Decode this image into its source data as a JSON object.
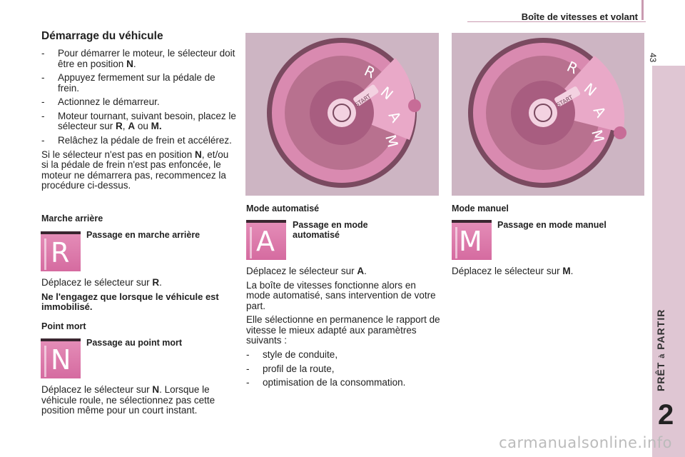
{
  "header": {
    "title": "Boîte de vitesses et volant",
    "page_number": "43"
  },
  "sidebar": {
    "chapter_label_main": "PRÊT ",
    "chapter_label_small": "à",
    "chapter_label_end": " PARTIR",
    "chapter_number": "2"
  },
  "section": {
    "title": "Démarrage du véhicule",
    "steps": [
      {
        "text": "Pour démarrer le moteur, le sélecteur doit être en position ",
        "bold": "N",
        "tail": "."
      },
      {
        "text": "Appuyez fermement sur la pédale de frein.",
        "bold": "",
        "tail": ""
      },
      {
        "text": "Actionnez le démarreur.",
        "bold": "",
        "tail": ""
      },
      {
        "text": "Moteur tournant, suivant besoin, placez le sélecteur sur ",
        "bold": "R",
        "tail": ""
      },
      {
        "text": "Relâchez la pédale de frein et accélérez.",
        "bold": "",
        "tail": ""
      }
    ],
    "step4_sep1": ", ",
    "step4_bold2": "A",
    "step4_sep2": " ou ",
    "step4_bold3": "M.",
    "note_pre": "Si le sélecteur n'est pas en position ",
    "note_bold": "N",
    "note_post": ", et/ou si la pédale de frein n'est pas enfoncée, le moteur ne démarrera pas, recommencez la procédure ci-dessus."
  },
  "photos": {
    "selector_letters": [
      "R",
      "N",
      "A",
      "M"
    ],
    "start_label": "START"
  },
  "reverse": {
    "title": "Marche arrière",
    "icon_letter": "R",
    "icon_label": "Passage en marche arrière",
    "text_pre": "Déplacez le sélecteur sur ",
    "text_bold": "R",
    "text_post": ".",
    "warning": "Ne l'engagez que lorsque le véhicule est immobilisé."
  },
  "neutral": {
    "title": "Point mort",
    "icon_letter": "N",
    "icon_label": "Passage au point mort",
    "text_pre": "Déplacez le sélecteur sur ",
    "text_bold": "N",
    "text_post": ". Lorsque le véhicule roule, ne sélectionnez pas cette position même pour un court instant."
  },
  "auto": {
    "title": "Mode automatisé",
    "icon_letter": "A",
    "icon_label": "Passage en mode automatisé",
    "text_pre": "Déplacez le sélecteur sur ",
    "text_bold": "A",
    "text_post": ".",
    "para2": "La boîte de vitesses fonctionne alors en mode automatisé, sans intervention de votre part.",
    "para3": "Elle sélectionne en permanence le rapport de vitesse le mieux adapté aux paramètres suivants :",
    "items": [
      "style de conduite,",
      "profil de la route,",
      "optimisation de la consommation."
    ]
  },
  "manual": {
    "title": "Mode manuel",
    "icon_letter": "M",
    "icon_label": "Passage en mode manuel",
    "text_pre": "Déplacez le sélecteur sur ",
    "text_bold": "M",
    "text_post": "."
  },
  "watermark": "carmanualsonline.info"
}
